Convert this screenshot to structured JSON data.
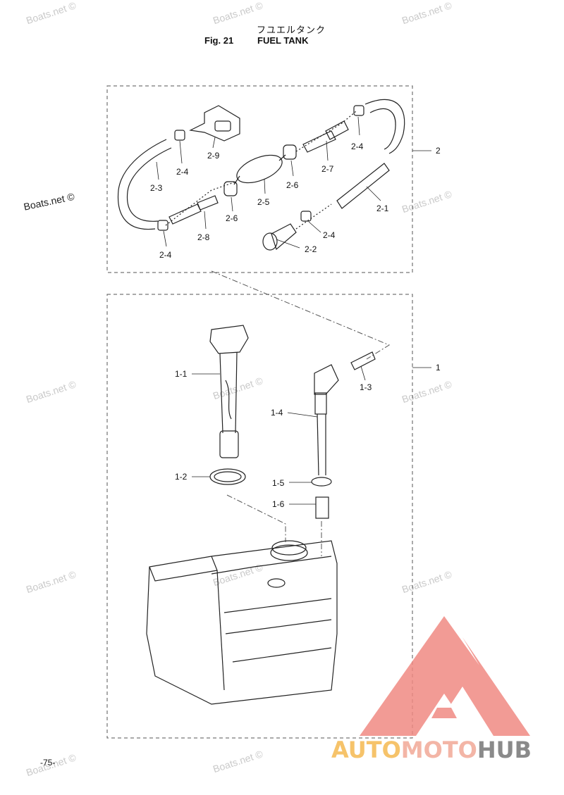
{
  "header": {
    "jp_title": "フユエルタンク",
    "fig_label": "Fig. 21",
    "fig_title": "FUEL TANK"
  },
  "page_number": "-75-",
  "watermarks": {
    "text": "Boats.net ©",
    "dark_text": "Boats.net ©"
  },
  "logo": {
    "part1": "AUTO",
    "part2": "MOTO",
    "part3": "HUB",
    "colors": {
      "part1": "#f6c36a",
      "part2": "#f3b5a6",
      "part3": "#8a8a8a",
      "triangle": "#f08a82"
    }
  },
  "callouts": {
    "assembly_2": "2",
    "assembly_1": "1",
    "p2_1": "2-1",
    "p2_2": "2-2",
    "p2_3": "2-3",
    "p2_4a": "2-4",
    "p2_4b": "2-4",
    "p2_4c": "2-4",
    "p2_4d": "2-4",
    "p2_5": "2-5",
    "p2_6a": "2-6",
    "p2_6b": "2-6",
    "p2_7": "2-7",
    "p2_8": "2-8",
    "p2_9": "2-9",
    "p1_1": "1-1",
    "p1_2": "1-2",
    "p1_3": "1-3",
    "p1_4": "1-4",
    "p1_5": "1-5",
    "p1_6": "1-6"
  }
}
